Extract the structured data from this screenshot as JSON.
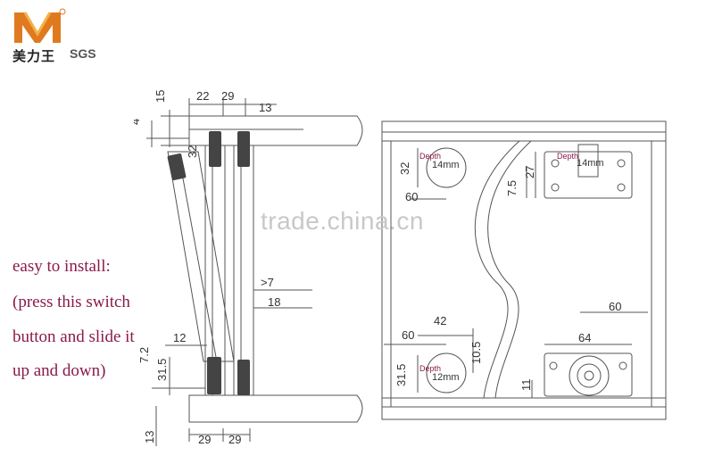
{
  "brand": {
    "name_cn": "美力王",
    "cert": "SGS",
    "logo_mark": "M-logo-icon",
    "logo_color": "#e07a1f"
  },
  "notes": [
    "easy to install:",
    "(press this switch",
    "button and slide it",
    "up and down)"
  ],
  "note_color": "#8a1a4a",
  "watermark": "trade.china.cn",
  "left_dims": {
    "d22": "22",
    "d29_top": "29",
    "d13_top": "13",
    "d15": "15",
    "d4": "4",
    "d32": "32",
    "d7": ">7",
    "d18": "18",
    "d12": "12",
    "d72": "7.2",
    "d315": "31.5",
    "d13_bottom": "13",
    "d29_b1": "29",
    "d29_b2": "29"
  },
  "right_dims": {
    "depth_top_label": "Depth",
    "depth_top_value": "14mm",
    "depth_right_label": "Depth",
    "depth_right_value": "14mm",
    "depth_bottom_label": "Depth",
    "depth_bottom_value": "12mm",
    "d32": "32",
    "d60_left": "60",
    "d27": "27",
    "d75": "7.5",
    "d42": "42",
    "d60_mid": "60",
    "d105": "10.5",
    "d315": "31.5",
    "d60_right": "60",
    "d64": "64",
    "d11": "11"
  }
}
